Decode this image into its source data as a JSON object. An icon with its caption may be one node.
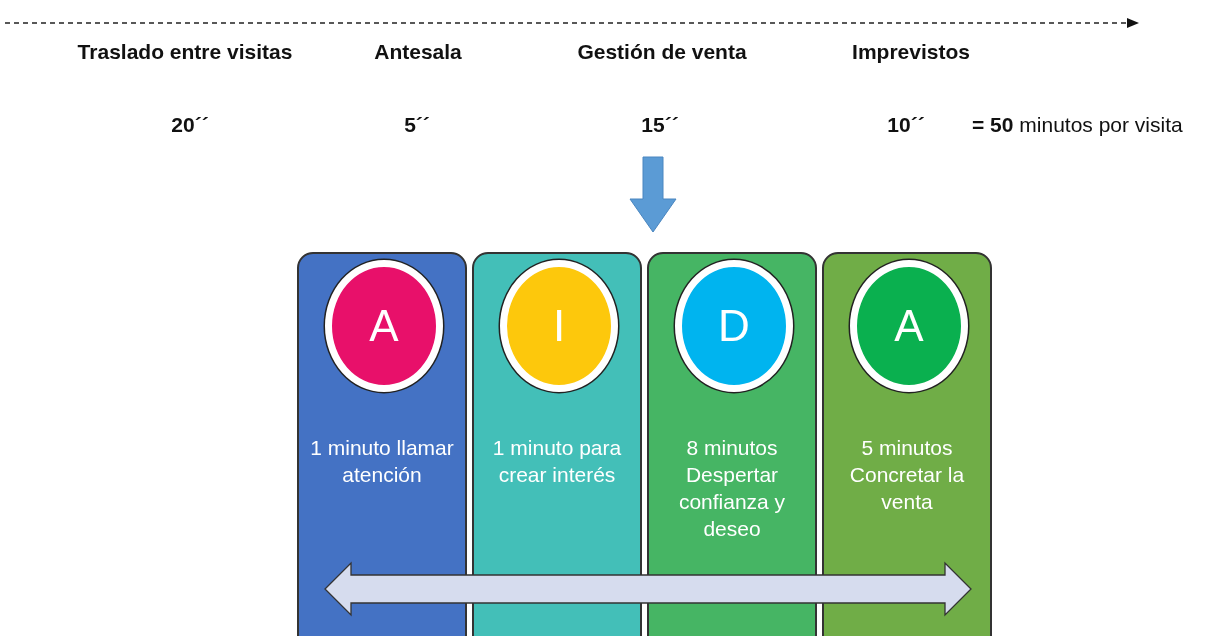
{
  "diagram": {
    "nodes": [
      {
        "text": [
          "1 minuto llamar atención"
        ]
      },
      {
        "text": [
          "A"
        ],
        "in": 0
      },
      {
        "text": [
          "1 minuto para crear interés"
        ]
      },
      {
        "text": [
          "I"
        ],
        "in": 2
      },
      {
        "text": [
          "8 minutos Despertar confianza y deseo"
        ]
      },
      {
        "text": [
          "D"
        ],
        "in": 4
      },
      {
        "text": [
          "5 minutos Concretar la venta"
        ]
      },
      {
        "text": [
          "A"
        ],
        "in": 6
      }
    ],
    "labels": [
      "Traslado entre visitas",
      "Antesala",
      "Gestión de venta",
      "Imprevistos",
      "20´´",
      "5´´",
      "15´´",
      "10´´",
      "**= 50** minutos por visita"
    ]
  }
}
